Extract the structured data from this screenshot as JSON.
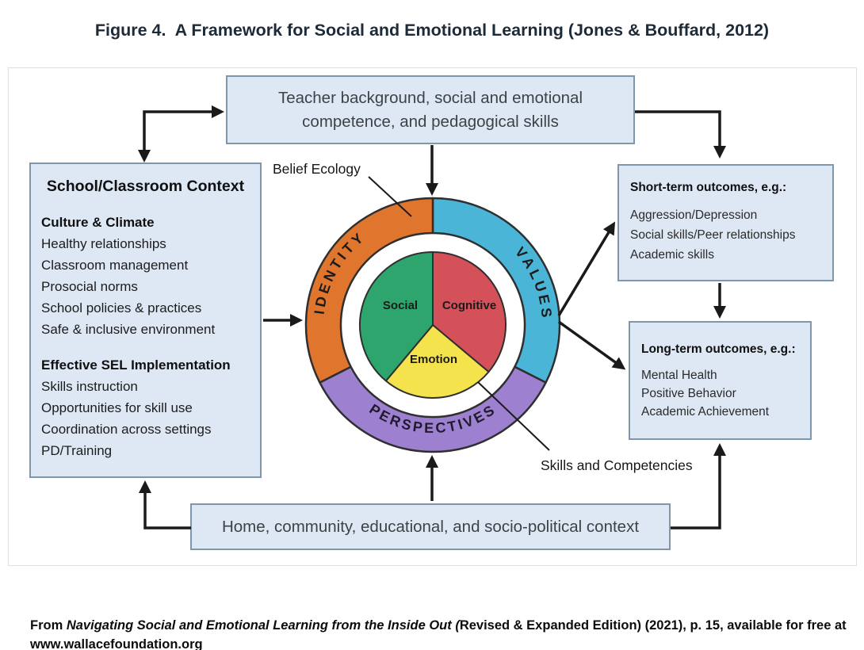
{
  "title": "Figure 4.  A Framework for Social and Emotional Learning (Jones & Bouffard, 2012)",
  "boxes": {
    "teacher": {
      "line1": "Teacher background, social and emotional",
      "line2": "competence, and pedagogical skills"
    },
    "school": {
      "title": "School/Classroom Context",
      "sections": [
        {
          "heading": "Culture & Climate",
          "items": [
            "Healthy relationships",
            "Classroom management",
            "Prosocial norms",
            "School policies & practices",
            "Safe & inclusive environment"
          ]
        },
        {
          "heading": "Effective SEL Implementation",
          "items": [
            "Skills instruction",
            "Opportunities for skill use",
            "Coordination across settings",
            "PD/Training"
          ]
        }
      ]
    },
    "short_term": {
      "heading": "Short-term outcomes, e.g.:",
      "items": [
        "Aggression/Depression",
        "Social skills/Peer relationships",
        "Academic skills"
      ]
    },
    "long_term": {
      "heading": "Long-term outcomes, e.g.:",
      "items": [
        "Mental Health",
        "Positive Behavior",
        "Academic Achievement"
      ]
    },
    "home": {
      "text": "Home, community, educational, and socio-political context"
    }
  },
  "labels": {
    "belief_ecology": "Belief Ecology",
    "skills_competencies": "Skills and Competencies"
  },
  "wheel": {
    "ring": {
      "identity": {
        "label": "IDENTITY",
        "color": "#e0752e"
      },
      "values": {
        "label": "VALUES",
        "color": "#4bb5d8"
      },
      "perspectives": {
        "label": "PERSPECTIVES",
        "color": "#9d81d0"
      }
    },
    "pie": {
      "social": {
        "label": "Social",
        "color": "#2ea56d"
      },
      "cognitive": {
        "label": "Cognitive",
        "color": "#d4515a"
      },
      "emotion": {
        "label": "Emotion",
        "color": "#f5e34d"
      }
    }
  },
  "footer": {
    "prefix": "From ",
    "book_title_italic": "Navigating Social and Emotional Learning from the Inside Out (",
    "rest": "Revised & Expanded Edition) (2021), p. 15, available for free at www.wallacefoundation.org"
  },
  "colors": {
    "box_fill": "#dee8f4",
    "box_border": "#8096ab",
    "arrow": "#1a1a1a"
  }
}
